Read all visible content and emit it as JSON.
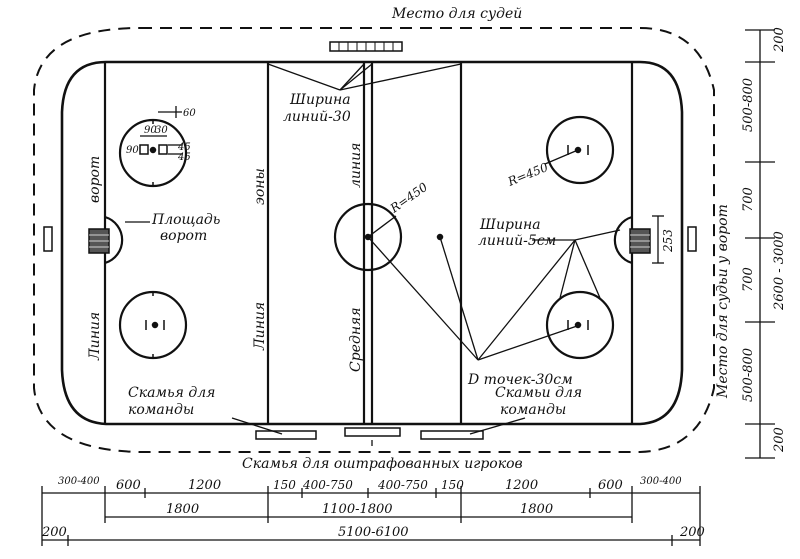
{
  "labels": {
    "judges_place": "Место для судей",
    "line_width_30": [
      "Ширина",
      "линий-30"
    ],
    "line_width_5": [
      "Ширина",
      "линий-5см"
    ],
    "goal_line": [
      "Линия",
      "ворот"
    ],
    "zone_line_1": [
      "эоны",
      "Линия"
    ],
    "center_line": [
      "линия",
      "Средняя"
    ],
    "goal_area": [
      "Площадь",
      "ворот"
    ],
    "radius_center": "R=450",
    "radius_zone": "R=450",
    "dot_diameter": "D точек-30см",
    "team_bench_left": [
      "Скамья для",
      "команды"
    ],
    "team_bench_right": [
      "Скамьи для",
      "команды"
    ],
    "penalty_bench": "Скамья для оштрафованных игроков",
    "goal_judge_place": "Место для судьи у ворот",
    "dim_60": "60",
    "dim_90_left": "90",
    "dim_90_top": "90",
    "dim_30": "30",
    "dim_45_a": "45",
    "dim_45_b": "45",
    "dim_253": "253"
  },
  "right_dims": [
    "200",
    "500-800",
    "700",
    "700",
    "500-800",
    "200"
  ],
  "right_total": "2600 - 3000",
  "bottom_row1": [
    "300-400",
    "600",
    "1200",
    "150",
    "400-750",
    "400-750",
    "150",
    "1200",
    "600",
    "300-400"
  ],
  "bottom_row2": [
    "1800",
    "1100-1800",
    "1800"
  ],
  "bottom_row3": [
    "200",
    "5100-6100",
    "200"
  ]
}
